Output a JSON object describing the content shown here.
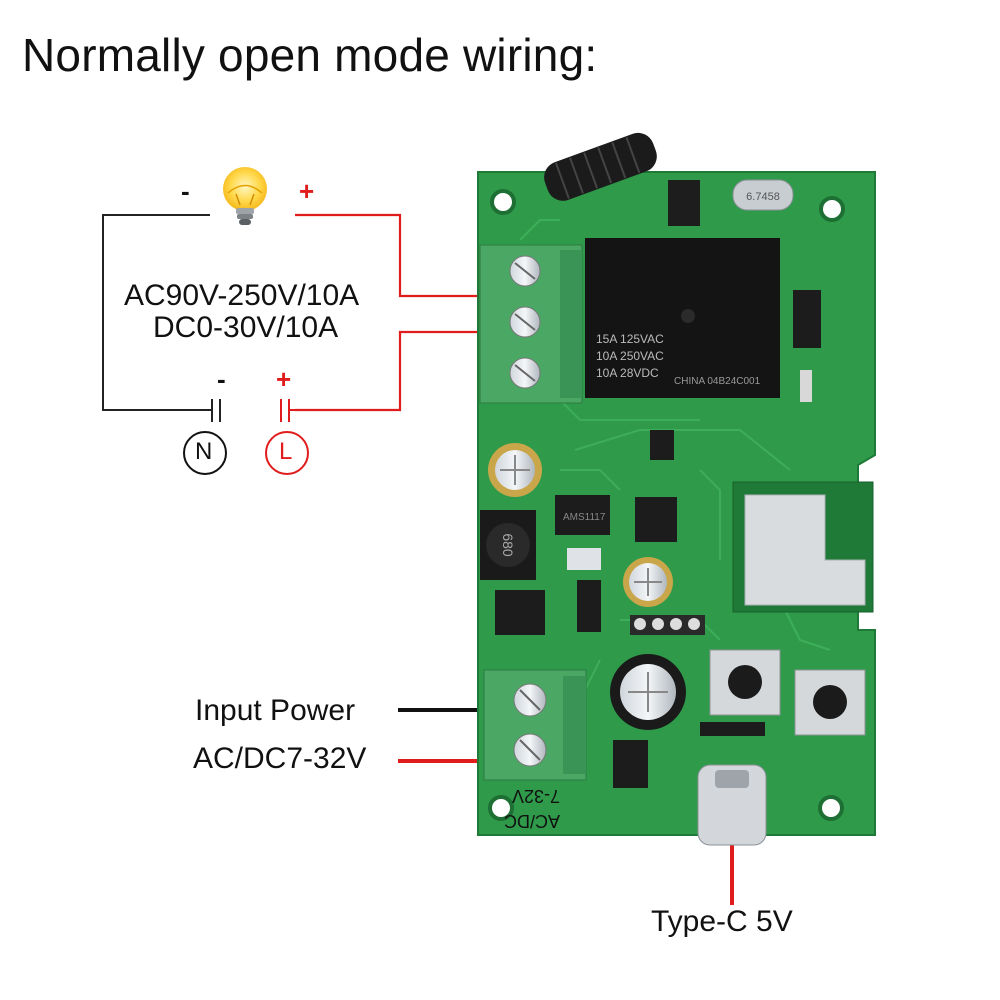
{
  "title": "Normally open mode wiring:",
  "load": {
    "minus": "-",
    "plus": "+",
    "rating_ac": "AC90V-250V/10A",
    "rating_dc": "DC0-30V/10A"
  },
  "source": {
    "minus": "-",
    "plus": "+",
    "neutral": "N",
    "live": "L"
  },
  "input_power": {
    "label_line1": "Input Power",
    "label_line2": "AC/DC7-32V"
  },
  "usb": {
    "label": "Type-C 5V"
  },
  "board": {
    "relay_text": [
      "15A 125VAC",
      "10A 250VAC",
      "10A 28VDC",
      "CHINA 04B24C001"
    ],
    "crystal_text": "6.7458",
    "inductor_text": "680",
    "regulator_text": "AMS1117",
    "terminal_text": [
      "7-32V",
      "AC/DC"
    ]
  },
  "colors": {
    "wire_black": "#111111",
    "wire_red": "#e01c1c",
    "pcb_green": "#2f9a4a",
    "terminal_green": "#4aa764"
  }
}
